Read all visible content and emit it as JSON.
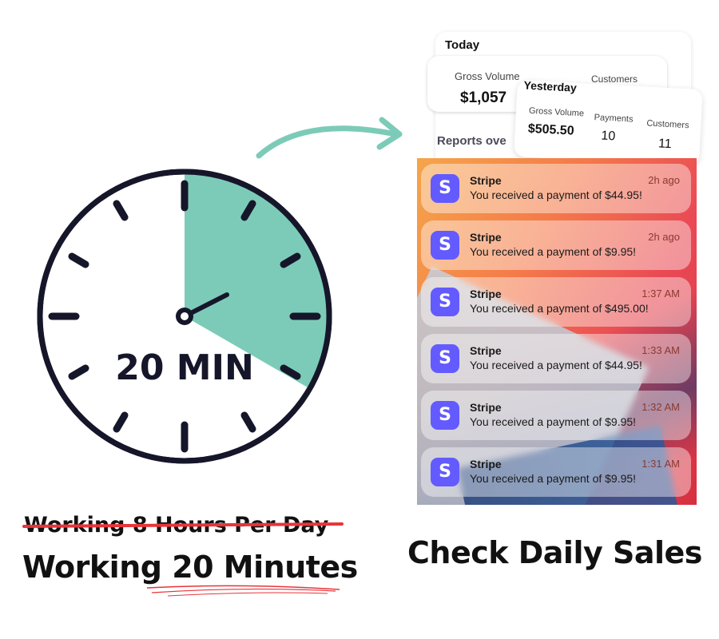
{
  "clock": {
    "label": "20 MIN",
    "elapsed_fraction": 0.3333,
    "fill_color": "#7ccbb8",
    "ring_color": "#16162a"
  },
  "arrow": {
    "color": "#7ccbb8"
  },
  "today": {
    "title": "Today",
    "gross_label": "Gross Volume",
    "gross_value": "$1,057",
    "customers_partial": "Customers",
    "reports_label": "Reports ove"
  },
  "yesterday": {
    "title": "Yesterday",
    "gross_label": "Gross Volume",
    "gross_value": "$505.50",
    "payments_label": "Payments",
    "payments_value": "10",
    "customers_label": "Customers",
    "customers_value": "11"
  },
  "notifications": [
    {
      "icon": "S",
      "app": "Stripe",
      "time": "2h ago",
      "message": "You received a payment of $44.95!"
    },
    {
      "icon": "S",
      "app": "Stripe",
      "time": "2h ago",
      "message": "You received a payment of $9.95!"
    },
    {
      "icon": "S",
      "app": "Stripe",
      "time": "1:37 AM",
      "message": "You received a payment of $495.00!"
    },
    {
      "icon": "S",
      "app": "Stripe",
      "time": "1:33 AM",
      "message": "You received a payment of $44.95!"
    },
    {
      "icon": "S",
      "app": "Stripe",
      "time": "1:32 AM",
      "message": "You received a payment of $9.95!"
    },
    {
      "icon": "S",
      "app": "Stripe",
      "time": "1:31 AM",
      "message": "You received a payment of $9.95!"
    }
  ],
  "captions": {
    "old": "Working 8 Hours Per Day",
    "new": "Working 20 Minutes",
    "right": "Check Daily Sales",
    "strike_color": "#e8343a"
  },
  "brand_color": "#635bff"
}
